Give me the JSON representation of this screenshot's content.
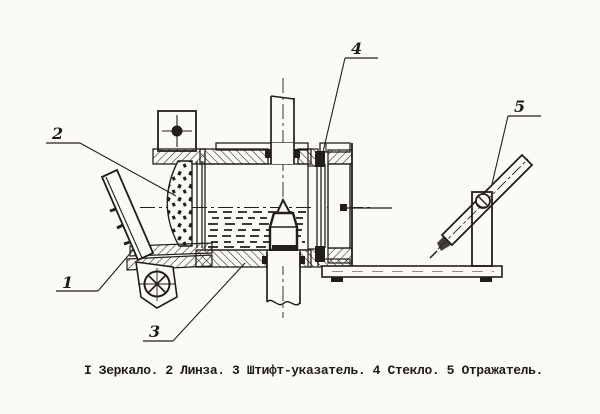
{
  "drawing": {
    "caption_text": "I Зеркало. 2 Линза. 3 Штифт-указатель. 4 Стекло. 5 Отражатель.",
    "legend": [
      {
        "num": "I",
        "label": "Зеркало"
      },
      {
        "num": "2",
        "label": "Линза"
      },
      {
        "num": "3",
        "label": "Штифт-указатель"
      },
      {
        "num": "4",
        "label": "Стекло"
      },
      {
        "num": "5",
        "label": "Отражатель"
      }
    ],
    "callouts": [
      {
        "number": "1"
      },
      {
        "number": "2"
      },
      {
        "number": "3"
      },
      {
        "number": "4"
      },
      {
        "number": "5"
      }
    ],
    "colors": {
      "ink": "#221f1b",
      "paper": "#fbfaf7"
    }
  }
}
